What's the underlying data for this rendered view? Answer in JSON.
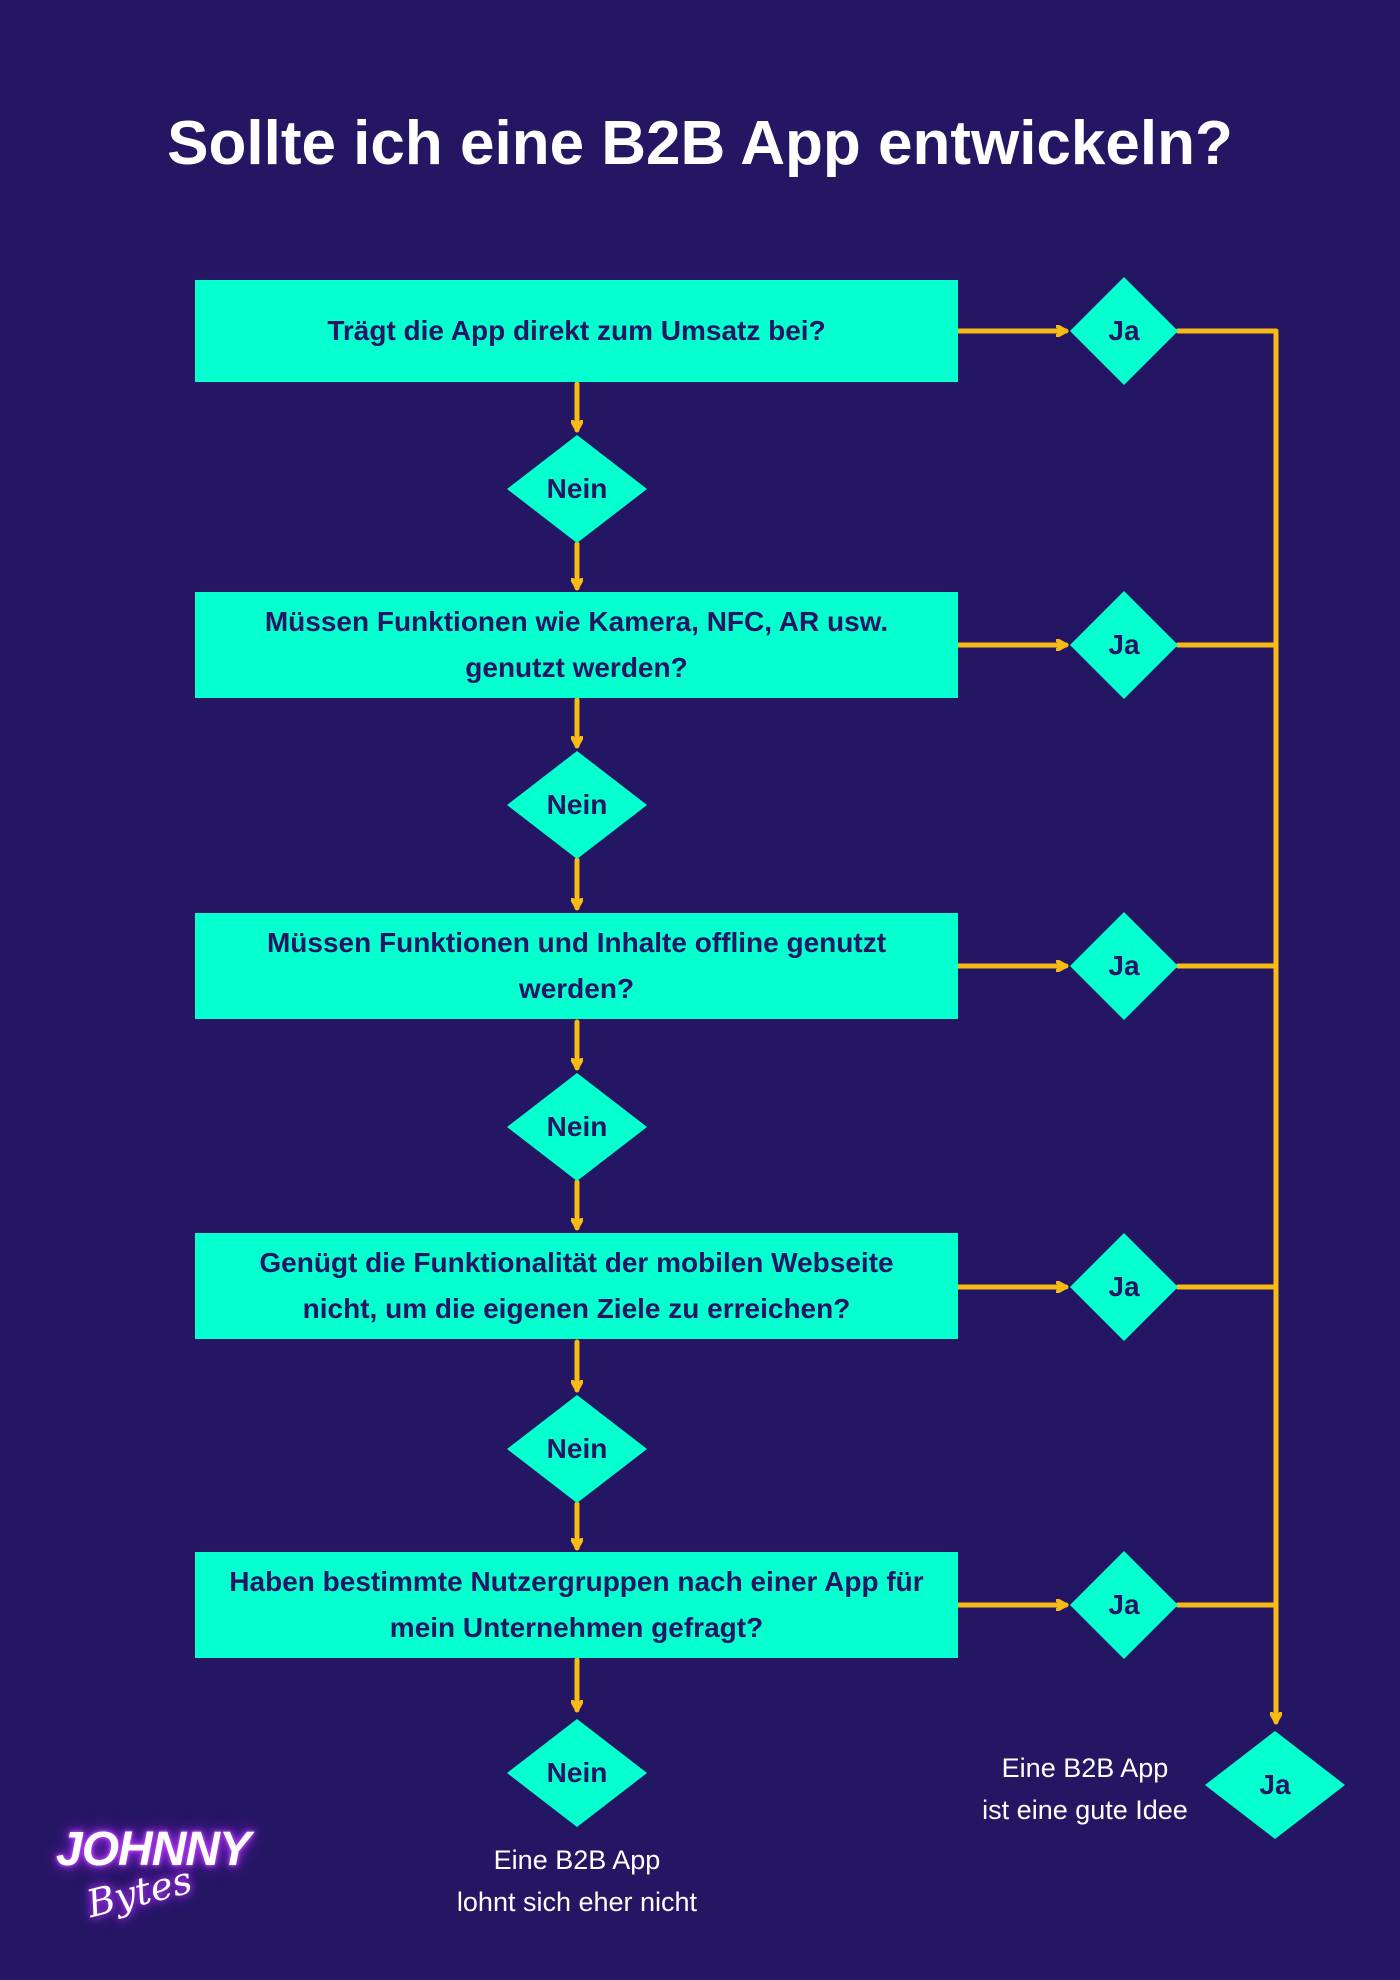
{
  "title": "Sollte ich eine B2B App entwickeln?",
  "questions": [
    "Trägt die App direkt zum Umsatz bei?",
    "Müssen Funktionen wie Kamera, NFC, AR usw. genutzt werden?",
    "Müssen Funktionen und Inhalte offline genutzt werden?",
    "Genügt die Funktionalität der mobilen Webseite nicht, um die eigenen Ziele zu erreichen?",
    "Haben bestimmte Nutzergruppen nach einer App für mein Unternehmen gefragt?"
  ],
  "labels": {
    "yes": "Ja",
    "no": "Nein"
  },
  "outcomes": {
    "positive": [
      "Eine B2B App",
      "ist eine gute Idee"
    ],
    "negative": [
      "Eine B2B App",
      "lohnt sich eher nicht"
    ]
  },
  "logo": {
    "line1": "JOHNNY",
    "line2": "Bytes"
  },
  "colors": {
    "background": "#251664",
    "box": "#05ffcf",
    "arrow": "#f7bb16",
    "box_text": "#251664",
    "text": "#ffffff"
  }
}
